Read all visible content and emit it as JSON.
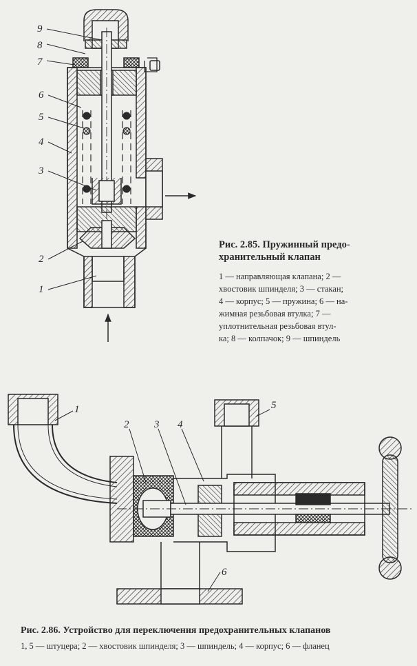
{
  "figure_1": {
    "title_line1": "Рис. 2.85. Пружинный предо-",
    "title_line2": "хранительный клапан",
    "legend_lines": [
      "1 — направляющая клапана; 2 —",
      "хвостовик шпинделя; 3 — стакан;",
      "4 — корпус; 5 — пружина; 6 — на-",
      "жимная резьбовая втулка; 7 —",
      "уплотнительная резьбовая втул-",
      "ка; 8 — колпачок; 9 — шпиндель"
    ],
    "callouts": [
      "9",
      "8",
      "7",
      "6",
      "5",
      "4",
      "3",
      "2",
      "1"
    ]
  },
  "figure_2": {
    "title": "Рис. 2.86. Устройство для переключения предохранительных клапанов",
    "legend": "1, 5 — штуцера; 2 — хвостовик шпинделя; 3 — шпиндель; 4 — корпус; 6 — фланец",
    "callouts": [
      "1",
      "2",
      "3",
      "4",
      "5",
      "6"
    ]
  },
  "colors": {
    "paper": "#efefec",
    "ink": "#2a2a2a",
    "hatch": "#3a3a3a"
  }
}
